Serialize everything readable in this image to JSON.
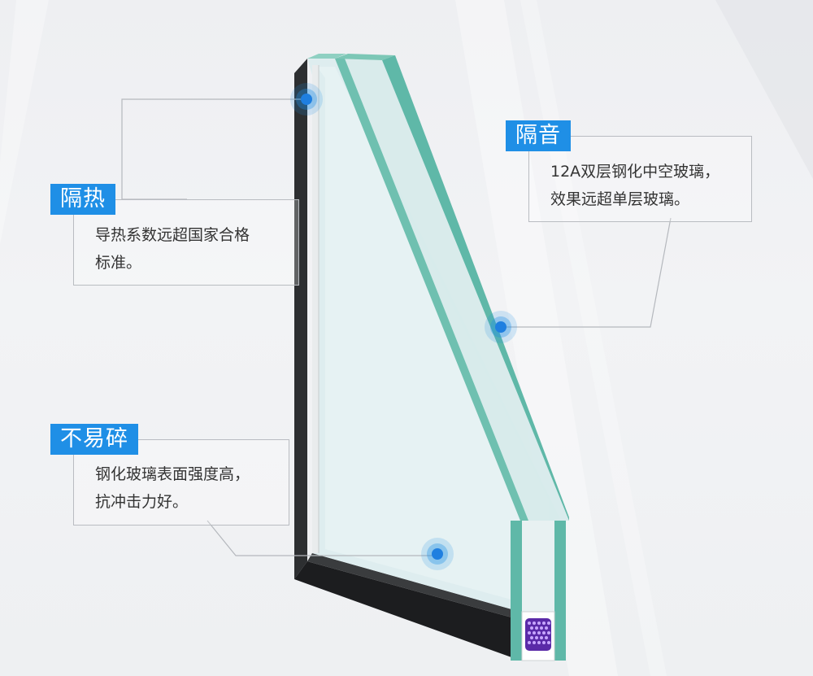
{
  "callouts": {
    "insulation": {
      "title": "隔热",
      "line1": "导热系数远超国家合格",
      "line2": "标准。"
    },
    "soundproof": {
      "title": "隔音",
      "line1": "12A双层钢化中空玻璃，",
      "line2": "效果远超单层玻璃。"
    },
    "shatterproof": {
      "title": "不易碎",
      "line1": "钢化玻璃表面强度高，",
      "line2": "抗冲击力好。"
    }
  },
  "colors": {
    "tag_blue": "#1f8fe6",
    "glass_edge": "#5fb8a8",
    "glass_face": "#dcecee",
    "frame_dark": "#2d2f31",
    "desiccant": "#7a2fd0"
  },
  "icons": {
    "hotspot": "target-dot-icon",
    "desiccant": "molecular-sieve-icon"
  }
}
